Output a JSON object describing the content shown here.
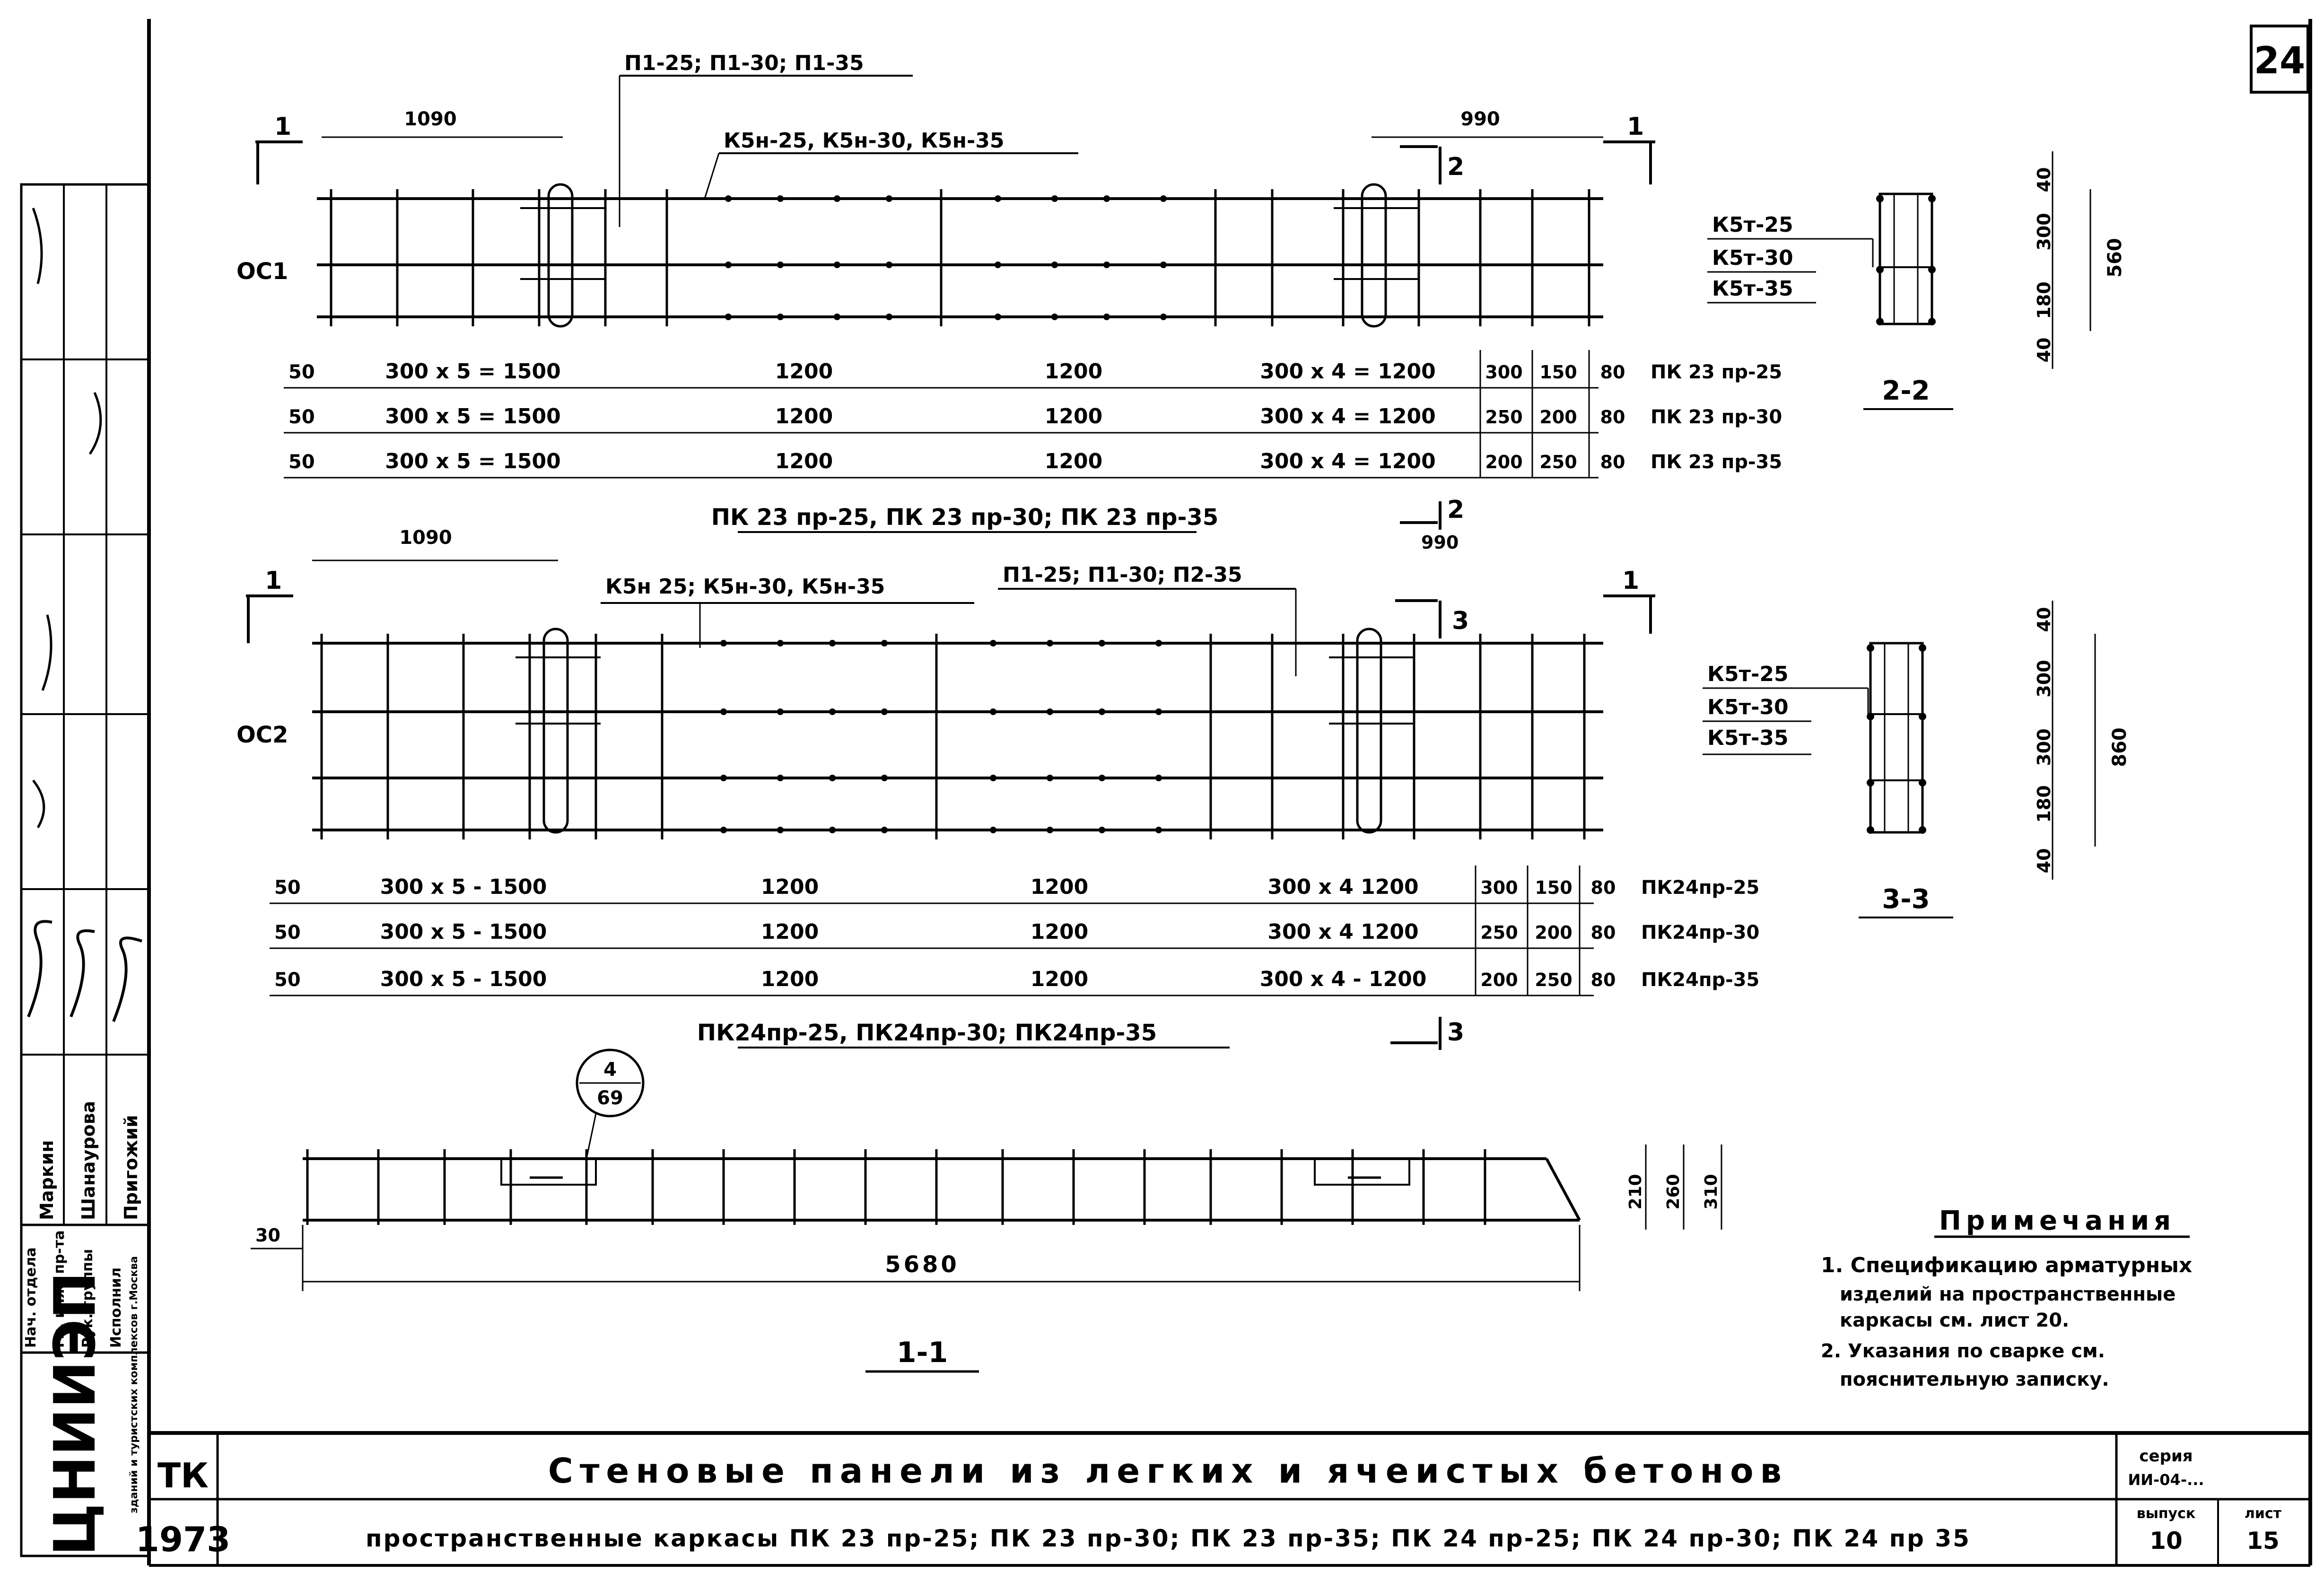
{
  "sheet_number": "24",
  "title_block": {
    "org": "ТК",
    "year": "1973",
    "title": "Стеновые панели из легких и ячеистых бетонов",
    "subtitle": "пространственные каркасы ПК 23 пр-25; ПК 23 пр-30; ПК 23 пр-35; ПК 24 пр-25; ПК 24 пр-30; ПК 24 пр 35",
    "series_label": "серия",
    "series_value": "ИИ-04-...",
    "issue_label": "выпуск",
    "issue_value": "10",
    "sheet_label": "лист",
    "sheet_value": "15"
  },
  "left_stamp": {
    "institute": "ЦНИИЭП",
    "institute_sub": "зданий и туристских комплексов г.Москва",
    "roles": [
      "Нач. отдела",
      "Гл. инж. пр-та",
      "Рук. группы",
      "Исполнил"
    ],
    "names": [
      "Пригожий",
      "Шанаурова",
      "Маркин"
    ]
  },
  "frame1": {
    "id": "ОС1",
    "top_callout_1": "П1-25; П1-30; П1-35",
    "top_callout_2": "К5н-25, К5н-30, К5н-35",
    "dim_left": "1090",
    "dim_right": "990",
    "section_mark": "1",
    "section2_mark": "2",
    "rows": [
      [
        "50",
        "300 x 5 = 1500",
        "1200",
        "1200",
        "300 x 4 = 1200",
        "300",
        "150",
        "80",
        "ПК 23 пр-25"
      ],
      [
        "50",
        "300 x 5 = 1500",
        "1200",
        "1200",
        "300 x 4 = 1200",
        "250",
        "200",
        "80",
        "ПК 23 пр-30"
      ],
      [
        "50",
        "300 x 5 = 1500",
        "1200",
        "1200",
        "300 x 4 = 1200",
        "200",
        "250",
        "80",
        "ПК 23 пр-35"
      ]
    ],
    "caption": "ПК 23 пр-25, ПК 23 пр-30; ПК 23 пр-35"
  },
  "frame2": {
    "id": "ОС2",
    "top_callout_1": "К5н 25; К5н-30, К5н-35",
    "top_callout_2": "П1-25; П1-30; П2-35",
    "dim_left": "1090",
    "dim_right": "990",
    "section_mark": "1",
    "section3_mark": "3",
    "rows": [
      [
        "50",
        "300 x 5 - 1500",
        "1200",
        "1200",
        "300 x 4  1200",
        "300",
        "150",
        "80",
        "ПК24пр-25"
      ],
      [
        "50",
        "300 x 5 - 1500",
        "1200",
        "1200",
        "300 x 4  1200",
        "250",
        "200",
        "80",
        "ПК24пр-30"
      ],
      [
        "50",
        "300 x 5 - 1500",
        "1200",
        "1200",
        "300 x 4 - 1200",
        "200",
        "250",
        "80",
        "ПК24пр-35"
      ]
    ],
    "caption": "ПК24пр-25, ПК24пр-30; ПК24пр-35"
  },
  "section_2_2": {
    "labels": [
      "К5т-25",
      "К5т-30",
      "К5т-35"
    ],
    "dims": [
      "40",
      "300",
      "180",
      "40"
    ],
    "total": "560",
    "caption": "2-2"
  },
  "section_3_3": {
    "labels": [
      "К5т-25",
      "К5т-30",
      "К5т-35"
    ],
    "dims": [
      "40",
      "300",
      "300",
      "180",
      "40"
    ],
    "total": "860",
    "caption": "3-3"
  },
  "section_1_1": {
    "callout_top": "4",
    "callout_bottom": "69",
    "length": "5680",
    "dim_30": "30",
    "heights": [
      "210",
      "260",
      "310"
    ],
    "caption": "1-1"
  },
  "notes": {
    "heading": "Примечания",
    "items": [
      "1. Спецификацию арматурных",
      "изделий на пространственные",
      "каркасы см. лист 20.",
      "2. Указания по сварке см.",
      "пояснительную записку."
    ]
  }
}
